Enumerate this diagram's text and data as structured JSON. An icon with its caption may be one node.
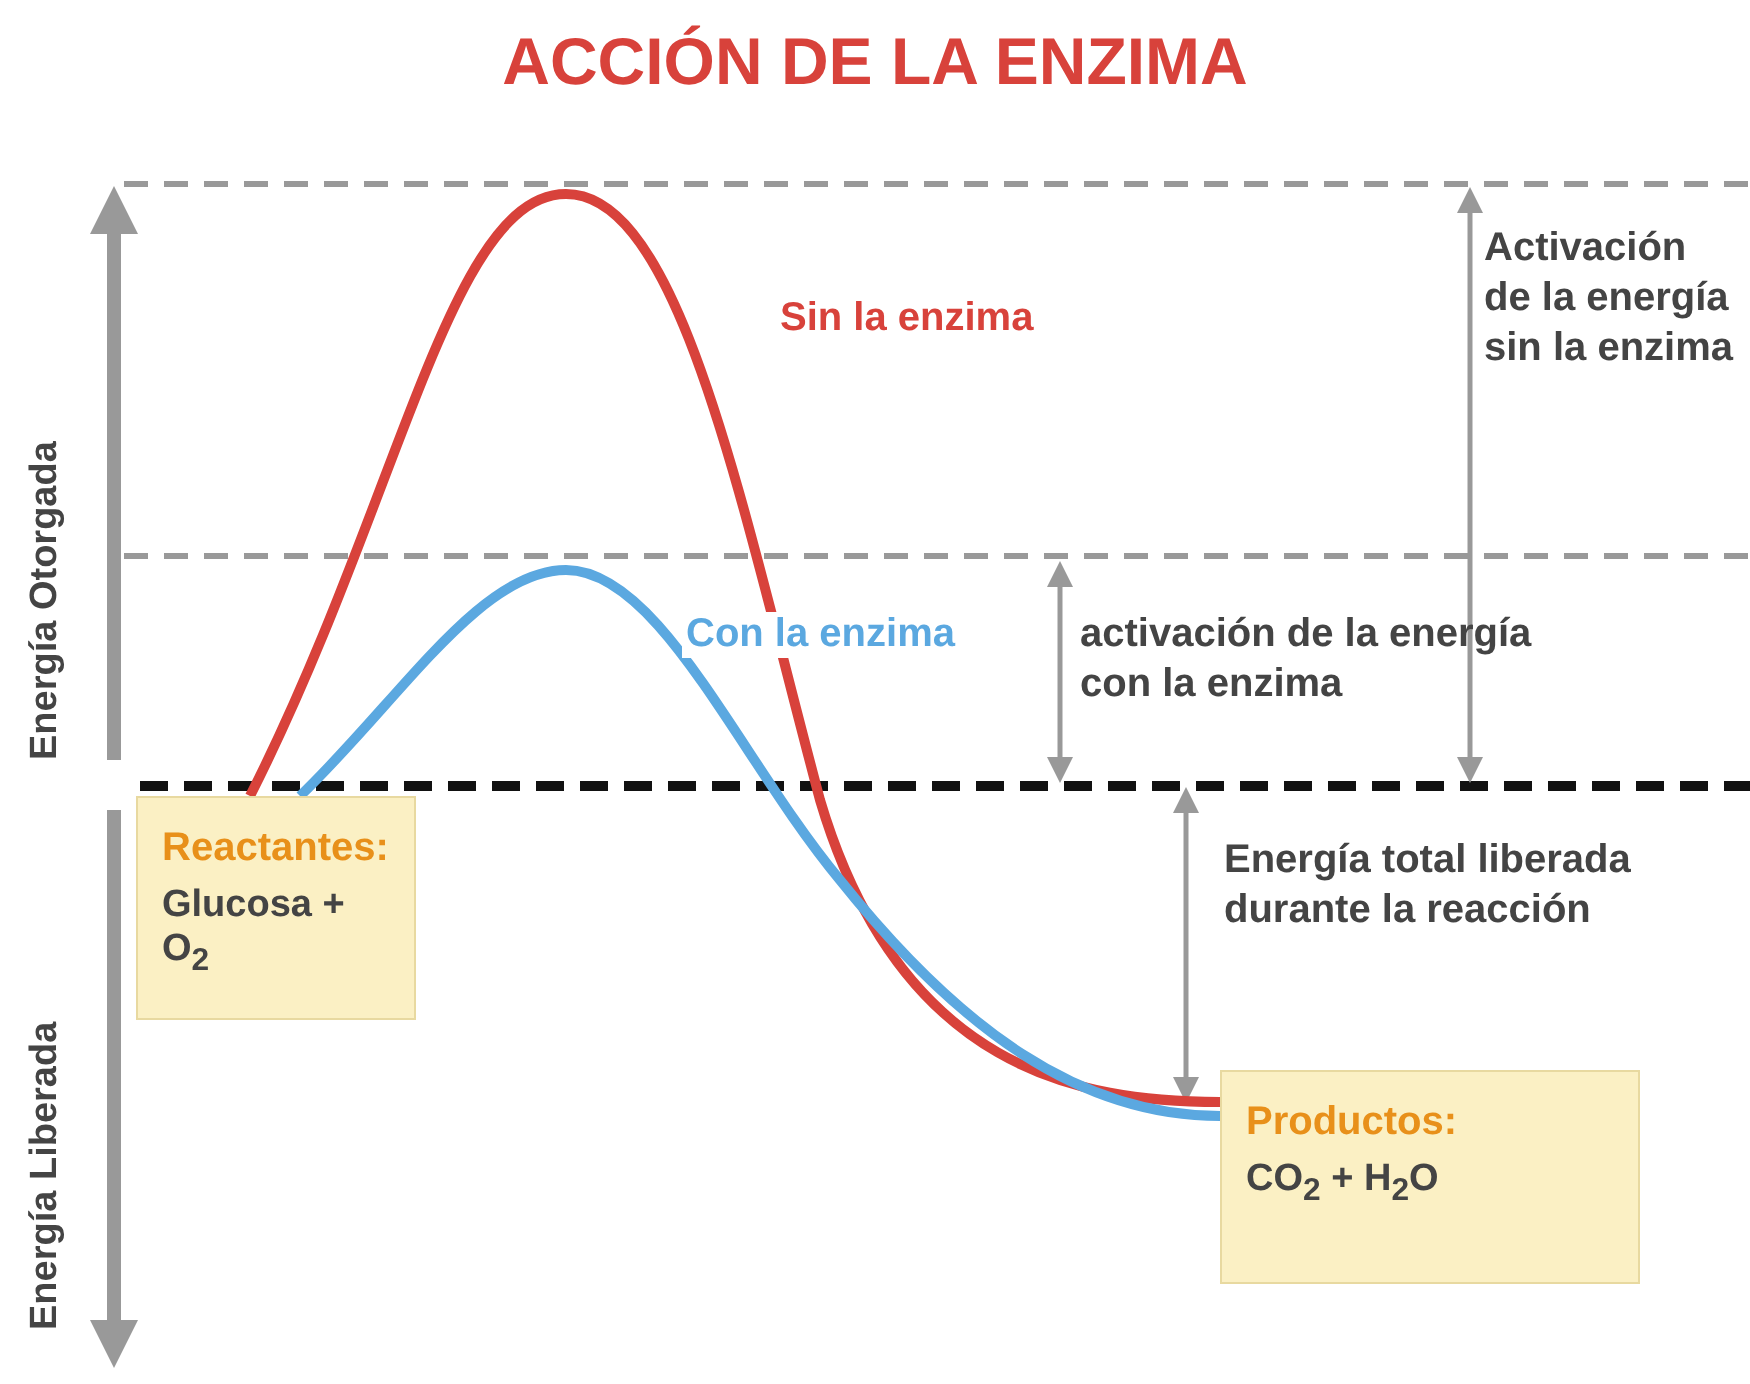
{
  "diagram": {
    "title": "ACCIÓN DE LA ENZIMA",
    "nodes": [
      {
        "text": [
          "Reactantes:",
          "Glucosa + O$_{2}$"
        ]
      },
      {
        "text": [
          "Productos:",
          "CO$_{2}$ + H$_{2}$O"
        ]
      }
    ],
    "edges": [
      {
        "from": 0,
        "to": 1,
        "arrow": "none",
        "label": "Sin la enzima",
        "color": "#d8423b"
      },
      {
        "from": 0,
        "to": 1,
        "arrow": "none",
        "label": "Con la enzima",
        "color": "#5ba8e0"
      }
    ],
    "labels": [
      "Energía Otorgada",
      "Energía Liberada",
      "Activación de la energía sin la enzima",
      "activación de la energía con la enzima",
      "Energía total liberada durante la reacción"
    ]
  }
}
